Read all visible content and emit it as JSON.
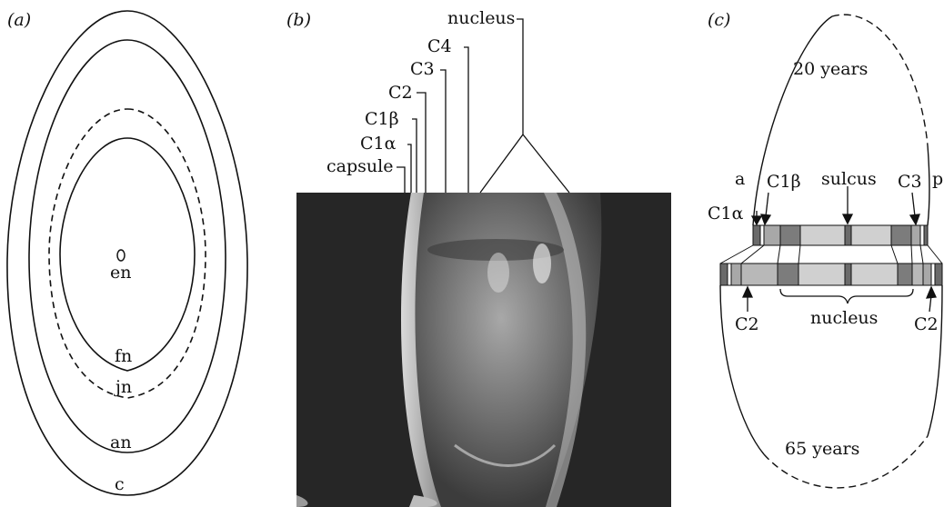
{
  "figure": {
    "panel_a": {
      "label": "(a)",
      "layers": {
        "embryonic_nucleus": "en",
        "fetal_nucleus": "fn",
        "juvenile_nucleus": "jn",
        "adult_nucleus": "an",
        "cortex": "c"
      }
    },
    "panel_b": {
      "label": "(b)",
      "zones": {
        "nucleus": "nucleus",
        "c4": "C4",
        "c3": "C3",
        "c2": "C2",
        "c1beta": "C1β",
        "c1alpha": "C1α",
        "capsule": "capsule"
      }
    },
    "panel_c": {
      "label": "(c)",
      "age_top": "20 years",
      "age_bottom": "65 years",
      "anterior": "a",
      "posterior": "p",
      "sulcus": "sulcus",
      "c1alpha": "C1α",
      "c1beta": "C1β",
      "c3": "C3",
      "c2_left": "C2",
      "c2_right": "C2",
      "nucleus": "nucleus"
    }
  }
}
